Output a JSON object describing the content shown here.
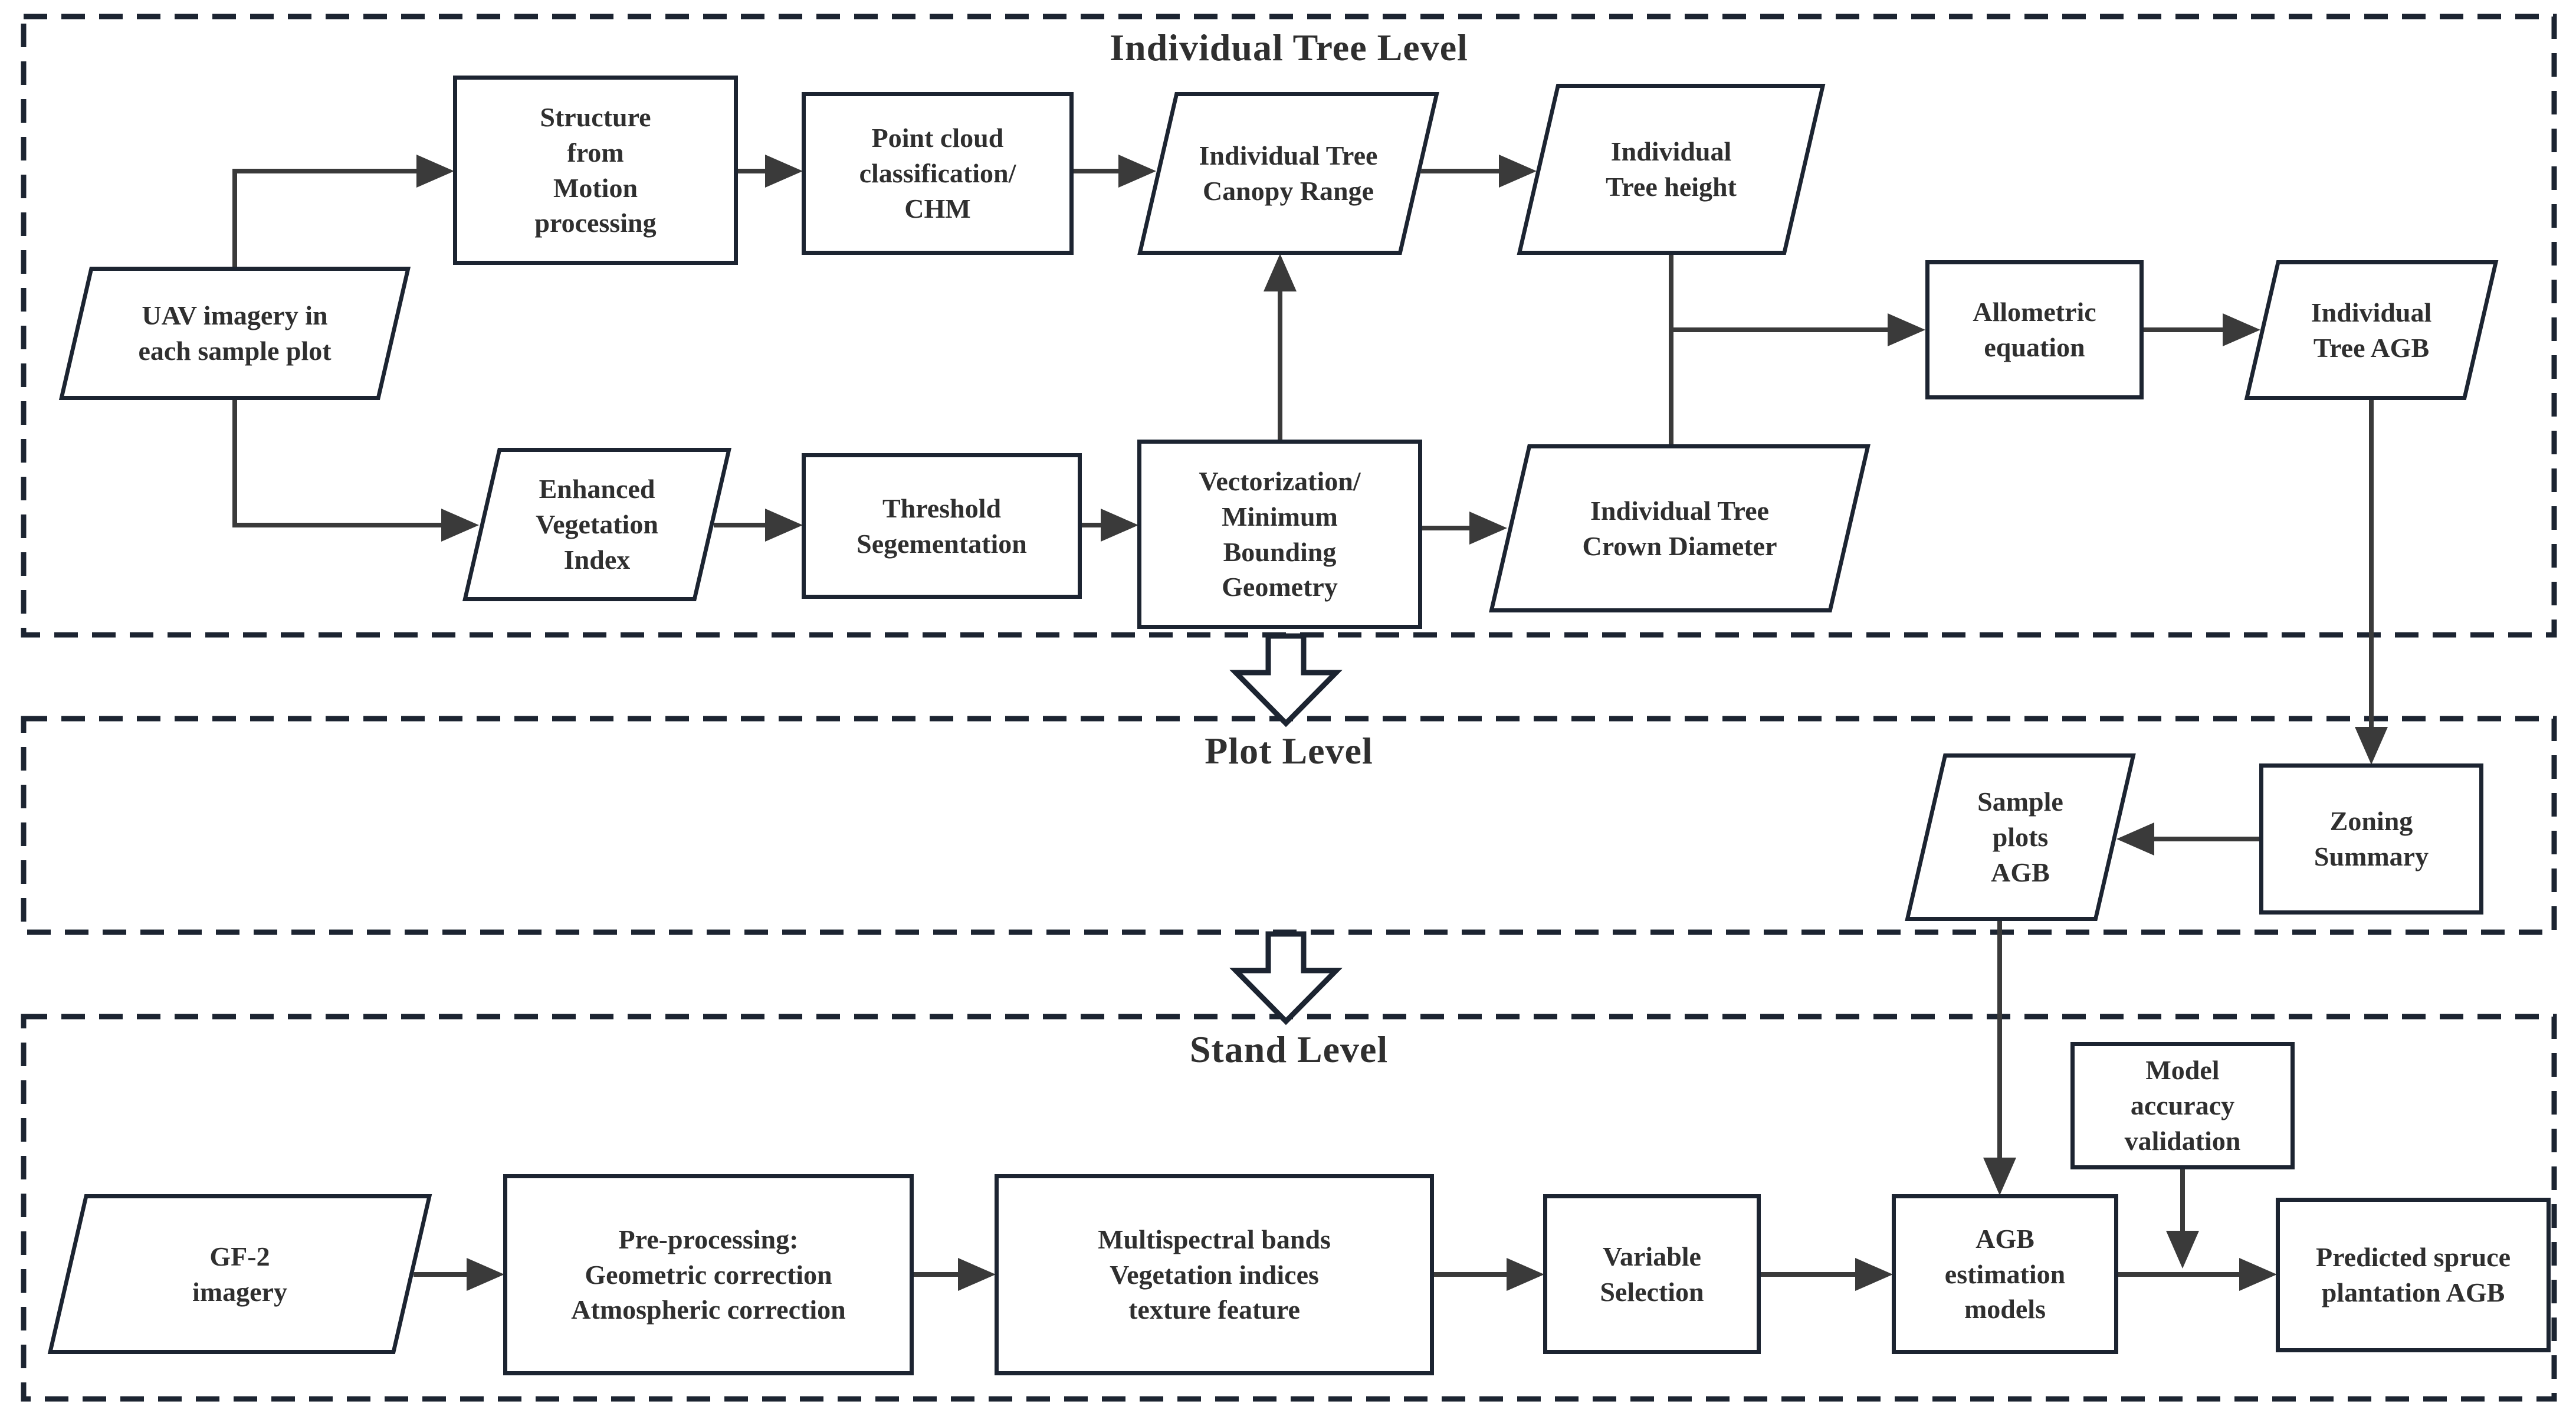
{
  "sections": {
    "individual_tree": {
      "title": "Individual Tree Level"
    },
    "plot": {
      "title": "Plot Level"
    },
    "stand": {
      "title": "Stand Level"
    }
  },
  "nodes": {
    "uav": {
      "label": "UAV imagery in\neach sample plot",
      "shape": "parallelogram",
      "section": "individual_tree"
    },
    "sfm": {
      "label": "Structure\nfrom\nMotion\nprocessing",
      "shape": "rectangle",
      "section": "individual_tree"
    },
    "point_cloud": {
      "label": "Point cloud\nclassification/\nCHM",
      "shape": "rectangle",
      "section": "individual_tree"
    },
    "canopy_range": {
      "label": "Individual Tree\nCanopy Range",
      "shape": "parallelogram",
      "section": "individual_tree"
    },
    "tree_height": {
      "label": "Individual\nTree height",
      "shape": "parallelogram",
      "section": "individual_tree"
    },
    "allometric": {
      "label": "Allometric\nequation",
      "shape": "rectangle",
      "section": "individual_tree"
    },
    "tree_agb": {
      "label": "Individual\nTree AGB",
      "shape": "parallelogram",
      "section": "individual_tree"
    },
    "evi": {
      "label": "Enhanced\nVegetation\nIndex",
      "shape": "parallelogram",
      "section": "individual_tree"
    },
    "threshold": {
      "label": "Threshold\nSegementation",
      "shape": "rectangle",
      "section": "individual_tree"
    },
    "vectorization": {
      "label": "Vectorization/\nMinimum\nBounding\nGeometry",
      "shape": "rectangle",
      "section": "individual_tree"
    },
    "crown_diameter": {
      "label": "Individual Tree\nCrown Diameter",
      "shape": "parallelogram",
      "section": "individual_tree"
    },
    "sample_agb": {
      "label": "Sample\nplots\nAGB",
      "shape": "parallelogram",
      "section": "plot"
    },
    "zoning": {
      "label": "Zoning\nSummary",
      "shape": "rectangle",
      "section": "plot"
    },
    "gf2": {
      "label": "GF-2\nimagery",
      "shape": "parallelogram",
      "section": "stand"
    },
    "preprocessing": {
      "label": "Pre-processing:\nGeometric correction\nAtmospheric correction",
      "shape": "rectangle",
      "section": "stand"
    },
    "features": {
      "label": "Multispectral bands\nVegetation indices\ntexture feature",
      "shape": "rectangle",
      "section": "stand"
    },
    "variable_selection": {
      "label": "Variable\nSelection",
      "shape": "rectangle",
      "section": "stand"
    },
    "agb_models": {
      "label": "AGB\nestimation\nmodels",
      "shape": "rectangle",
      "section": "stand"
    },
    "model_accuracy": {
      "label": "Model\naccuracy\nvalidation",
      "shape": "rectangle",
      "section": "stand"
    },
    "predicted_agb": {
      "label": "Predicted spruce\nplantation AGB",
      "shape": "rectangle",
      "section": "stand"
    }
  },
  "edges": [
    {
      "from": "uav",
      "to": "sfm"
    },
    {
      "from": "uav",
      "to": "evi"
    },
    {
      "from": "sfm",
      "to": "point_cloud"
    },
    {
      "from": "point_cloud",
      "to": "canopy_range"
    },
    {
      "from": "canopy_range",
      "to": "tree_height"
    },
    {
      "from": "tree_height",
      "to": "allometric"
    },
    {
      "from": "crown_diameter",
      "to": "allometric"
    },
    {
      "from": "allometric",
      "to": "tree_agb"
    },
    {
      "from": "tree_agb",
      "to": "zoning"
    },
    {
      "from": "zoning",
      "to": "sample_agb"
    },
    {
      "from": "sample_agb",
      "to": "agb_models"
    },
    {
      "from": "evi",
      "to": "threshold"
    },
    {
      "from": "threshold",
      "to": "vectorization"
    },
    {
      "from": "vectorization",
      "to": "canopy_range"
    },
    {
      "from": "vectorization",
      "to": "crown_diameter"
    },
    {
      "from": "gf2",
      "to": "preprocessing"
    },
    {
      "from": "preprocessing",
      "to": "features"
    },
    {
      "from": "features",
      "to": "variable_selection"
    },
    {
      "from": "variable_selection",
      "to": "agb_models"
    },
    {
      "from": "agb_models",
      "to": "predicted_agb"
    },
    {
      "from": "model_accuracy",
      "to": "agb_models-predicted_agb-link"
    },
    {
      "from": "individual_tree_level",
      "to": "plot_level",
      "type": "block-arrow"
    },
    {
      "from": "plot_level",
      "to": "stand_level",
      "type": "block-arrow"
    }
  ],
  "colors": {
    "border": "#1c2431",
    "text": "#2f2f2f",
    "connector": "#3a3a3a",
    "background": "#ffffff"
  }
}
